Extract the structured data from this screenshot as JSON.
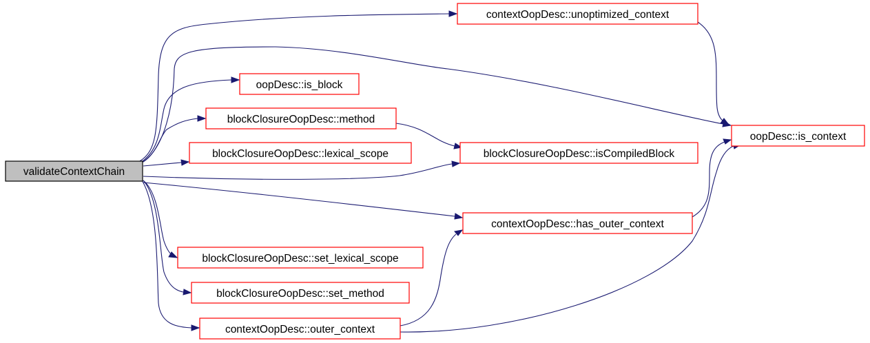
{
  "graph": {
    "colors": {
      "edge": "#191970",
      "node_border": "#ff0000",
      "root_fill": "#bfbfbf",
      "root_border": "#000000"
    },
    "nodes": {
      "root": "validateContextChain",
      "unoptimized_context": "contextOopDesc::unoptimized_context",
      "is_block": "oopDesc::is_block",
      "method": "blockClosureOopDesc::method",
      "lexical_scope": "blockClosureOopDesc::lexical_scope",
      "is_compiled_block": "blockClosureOopDesc::isCompiledBlock",
      "is_context": "oopDesc::is_context",
      "has_outer_context": "contextOopDesc::has_outer_context",
      "set_lexical_scope": "blockClosureOopDesc::set_lexical_scope",
      "set_method": "blockClosureOopDesc::set_method",
      "outer_context": "contextOopDesc::outer_context"
    },
    "edges": [
      [
        "root",
        "unoptimized_context"
      ],
      [
        "root",
        "is_context"
      ],
      [
        "root",
        "is_block"
      ],
      [
        "root",
        "method"
      ],
      [
        "root",
        "lexical_scope"
      ],
      [
        "root",
        "is_compiled_block"
      ],
      [
        "root",
        "has_outer_context"
      ],
      [
        "root",
        "set_lexical_scope"
      ],
      [
        "root",
        "set_method"
      ],
      [
        "root",
        "outer_context"
      ],
      [
        "unoptimized_context",
        "is_context"
      ],
      [
        "method",
        "is_compiled_block"
      ],
      [
        "has_outer_context",
        "is_context"
      ],
      [
        "outer_context",
        "has_outer_context"
      ],
      [
        "outer_context",
        "is_context"
      ]
    ]
  }
}
